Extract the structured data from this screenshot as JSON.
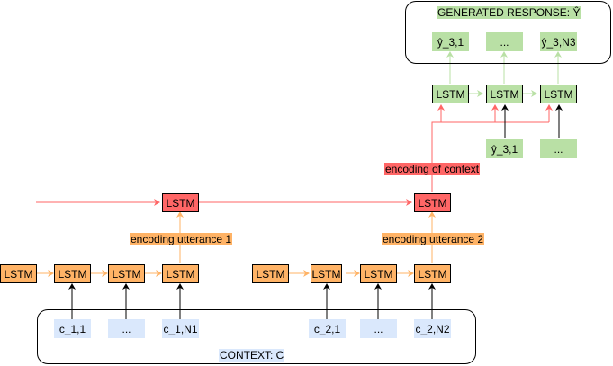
{
  "diagram": {
    "type": "hierarchical-encoder-decoder",
    "colors": {
      "utterance_encoder": "#ffb366",
      "context_encoder": "#ff6666",
      "decoder": "#b9e0a5",
      "context_tokens": "#dae8fc",
      "edge_black": "#000000",
      "edge_orange": "#ffb366",
      "edge_red": "#ff6666",
      "edge_green": "#b9e0a5"
    },
    "generated_response": {
      "title": "GENERATED RESPONSE: Ŷ",
      "tokens": [
        "ŷ_3,1",
        "...",
        "ŷ_3,N3"
      ]
    },
    "decoder": {
      "cells": [
        "LSTM",
        "LSTM",
        "LSTM"
      ],
      "inputs": [
        "ŷ_3,1",
        "..."
      ]
    },
    "encoding_of_context_label": "encoding of context",
    "context_encoder": {
      "cells": [
        "LSTM",
        "LSTM"
      ]
    },
    "utterance_encoders": [
      {
        "label": "encoding utterance 1",
        "cells": [
          "LSTM",
          "LSTM",
          "LSTM",
          "LSTM"
        ],
        "tokens": [
          "c_1,1",
          "...",
          "c_1,N1"
        ]
      },
      {
        "label": "encoding utterance 2",
        "cells": [
          "LSTM",
          "LSTM",
          "LSTM",
          "LSTM"
        ],
        "tokens": [
          "c_2,1",
          "...",
          "c_2,N2"
        ]
      }
    ],
    "context": {
      "title": "CONTEXT: C"
    }
  }
}
